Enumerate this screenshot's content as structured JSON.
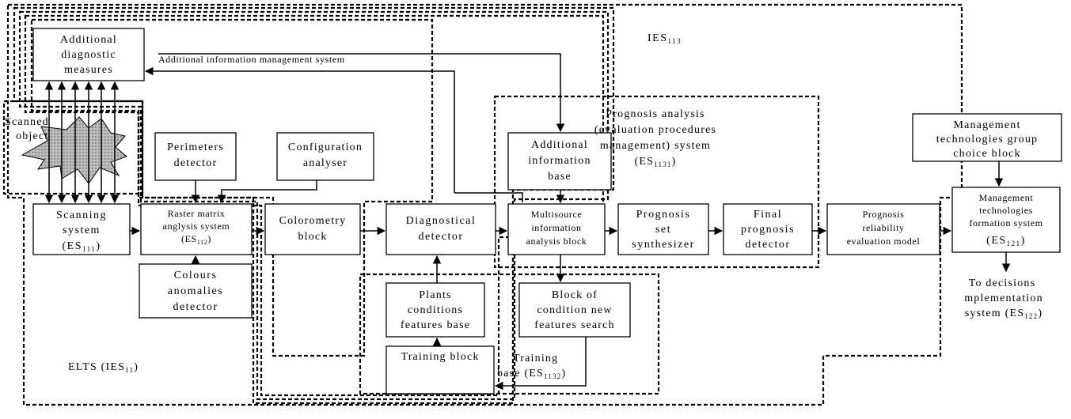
{
  "blocks": {
    "additional_measures": [
      "Additional",
      "diagnostic",
      "measures"
    ],
    "scanning_system": [
      "Scanning",
      "system"
    ],
    "raster_matrix": [
      "Raster matrix",
      "anglysis system"
    ],
    "perimeters_detector": [
      "Perimeters",
      "detector"
    ],
    "configuration_analyser": [
      "Configuration",
      "analyser"
    ],
    "colours_anomalies": [
      "Colours",
      "anomalies",
      "detector"
    ],
    "colorometry": [
      "Colorometry",
      "block"
    ],
    "diagnostical_detector": [
      "Diagnostical",
      "detector"
    ],
    "additional_info_base": [
      "Additional",
      "information",
      "base"
    ],
    "multisource": [
      "Multisource",
      "information",
      "analysis block"
    ],
    "plants_conditions": [
      "Plants",
      "conditions",
      "features base"
    ],
    "block_condition": [
      "Block of",
      "condition new",
      "features search"
    ],
    "training_block": "Training block",
    "prognosis_set": [
      "Prognosis",
      "set",
      "synthesizer"
    ],
    "final_prognosis": [
      "Final",
      "prognosis",
      "detector"
    ],
    "prognosis_reliability": [
      "Prognosis",
      "reliability",
      "evaluation model"
    ],
    "mgmt_group_choice": [
      "Management",
      "technologies group",
      "choice block"
    ],
    "mgmt_formation": [
      "Management",
      "technologies",
      "formation system"
    ]
  },
  "subscripts": {
    "scanning_base": "(ES",
    "scanning_sub": "111",
    "scanning_close": ")",
    "raster_base": "(ES",
    "raster_sub": "112",
    "raster_close": ")",
    "ies113_base": "IES",
    "ies113_sub": "113",
    "elts_base": "ELTS (IES",
    "elts_sub": "11",
    "elts_close": ")",
    "prog_base": "(ES",
    "prog_sub": "1131",
    "prog_close": ")",
    "training_base_base": "base (ES",
    "training_base_sub": "1132",
    "training_base_close": ")",
    "mgmt_base": "(ES",
    "mgmt_sub": "121",
    "mgmt_close": ")",
    "decisions_base": "system  (ES",
    "decisions_sub": "122",
    "decisions_close": ")"
  },
  "labels": {
    "scanned_object": [
      "Scanned",
      "object"
    ],
    "additional_info_mgmt": "Additional information management system",
    "prognosis_analysis": [
      "Prognosis analysis",
      "(evaluation procedures",
      "management) system"
    ],
    "training_base": "Training",
    "to_decisions": [
      "To decisions",
      "mplementation"
    ]
  },
  "colors": {
    "stroke": "#000000",
    "background": "#ffffff",
    "hatch": "#c8c8c8"
  }
}
